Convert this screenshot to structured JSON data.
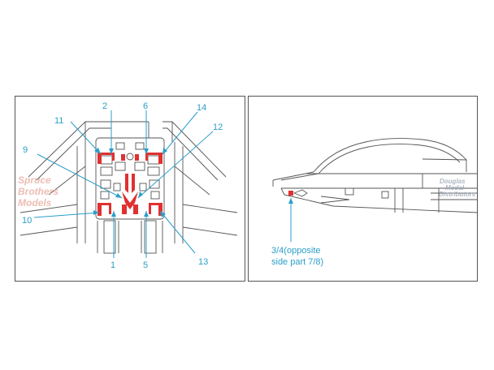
{
  "colors": {
    "callout": "#2a9ec9",
    "mask": "#e03030",
    "line": "#555555",
    "watermark_left": "#e8a89a",
    "watermark_right": "#9aa4b4"
  },
  "callouts": {
    "c1": "1",
    "c2": "2",
    "c5": "5",
    "c6": "6",
    "c9": "9",
    "c10": "10",
    "c11": "11",
    "c12": "12",
    "c13": "13",
    "c14": "14",
    "c34_line1": "3/4(opposite",
    "c34_line2": "side part 7/8)"
  },
  "watermarks": {
    "left_line1": "Spruce",
    "left_line2": "Brothers",
    "left_line3": "Models",
    "right_line1": "Douglas",
    "right_line2": "Model",
    "right_line3": "Distributors"
  }
}
